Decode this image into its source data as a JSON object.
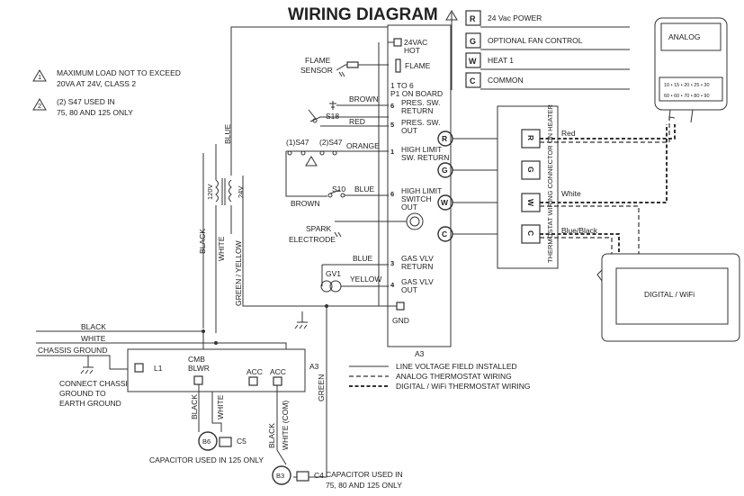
{
  "title": "WIRING DIAGRAM",
  "legend_terminals": [
    {
      "letter": "R",
      "label": "24 Vac POWER"
    },
    {
      "letter": "G",
      "label": "OPTIONAL FAN CONTROL"
    },
    {
      "letter": "W",
      "label": "HEAT 1"
    },
    {
      "letter": "C",
      "label": "COMMON"
    }
  ],
  "notes": [
    {
      "num": "1",
      "lines": [
        "MAXIMUM LOAD NOT TO EXCEED",
        "20VA AT 24V, CLASS 2"
      ]
    },
    {
      "num": "2",
      "lines": [
        "(2) S47 USED IN",
        "75, 80 AND 125 ONLY"
      ]
    }
  ],
  "board": {
    "hot": [
      "24VAC",
      "HOT"
    ],
    "flame": "FLAME",
    "header": [
      "1 TO 6",
      "P1 ON BOARD"
    ],
    "pins": [
      {
        "num": "6",
        "lines": [
          "PRES. SW.",
          "RETURN"
        ]
      },
      {
        "num": "5",
        "lines": [
          "PRES. SW.",
          "OUT"
        ]
      },
      {
        "num": "1",
        "lines": [
          "HIGH LIMIT",
          "SW. RETURN"
        ]
      },
      {
        "num": "6",
        "lines": [
          "HIGH LIMIT",
          "SWITCH",
          "OUT"
        ]
      },
      {
        "num": "3",
        "lines": [
          "GAS VLV",
          "RETURN"
        ]
      },
      {
        "num": "4",
        "lines": [
          "GAS VLV",
          "OUT"
        ]
      }
    ],
    "gnd": "GND",
    "name": "A3"
  },
  "components": {
    "flame_sensor": [
      "FLAME",
      "SENSOR"
    ],
    "s18": "S18",
    "s47_1": "(1)S47",
    "s47_2": "(2)S47",
    "s10": "S10",
    "spark": [
      "SPARK",
      "ELECTRODE"
    ],
    "gv1": "GV1",
    "transformer_primary": "120V",
    "transformer_secondary": "24V"
  },
  "wire_labels": {
    "brown": "BROWN",
    "red": "RED",
    "orange": "ORANGE",
    "blue": "BLUE",
    "yellow": "YELLOW",
    "black": "BLACK",
    "white": "WHITE",
    "green_yellow": "GREEN / YELLOW",
    "green": "GREEN",
    "white_com": "WHITE (COM)",
    "chassis_ground": "CHASSIS GROUND",
    "red_title": "Red",
    "white_title": "White",
    "blue_black_title": "Blue/Black"
  },
  "chassis_note": [
    "CONNECT CHASSIS",
    "GROUND TO",
    "EARTH GROUND"
  ],
  "terminals_round": [
    "R",
    "G",
    "W",
    "C"
  ],
  "thermostat_connector": {
    "label": "THERMOSTAT WIRING CONNECTOR ON HEATER",
    "terminals": [
      "R",
      "G",
      "W",
      "C"
    ]
  },
  "analog_thermostat": {
    "label": "ANALOG",
    "scale_top": "10 • 15 • 20 • 25 • 30",
    "scale_bottom": "60 • 60 • 70 • 80 • 90"
  },
  "digital_thermostat": {
    "label": "DIGITAL / WiFi"
  },
  "lower_board": {
    "name": "A3",
    "l1": "L1",
    "cmb": [
      "CMB",
      "BLWR"
    ],
    "acc1": "ACC",
    "acc2": "ACC"
  },
  "capacitors": {
    "b6": "B6",
    "c5": "C5",
    "b3": "B3",
    "c4": "C4",
    "note_125": "CAPACITOR USED IN 125 ONLY",
    "note_c4": [
      "CAPACITOR USED IN",
      "75, 80 AND 125 ONLY"
    ]
  },
  "line_legend": [
    {
      "style": "solid",
      "label": "LINE VOLTAGE FIELD INSTALLED"
    },
    {
      "style": "analog",
      "label": "ANALOG THERMOSTAT WIRING"
    },
    {
      "style": "digital",
      "label": "DIGITAL / WiFi THERMOSTAT WIRING"
    }
  ]
}
